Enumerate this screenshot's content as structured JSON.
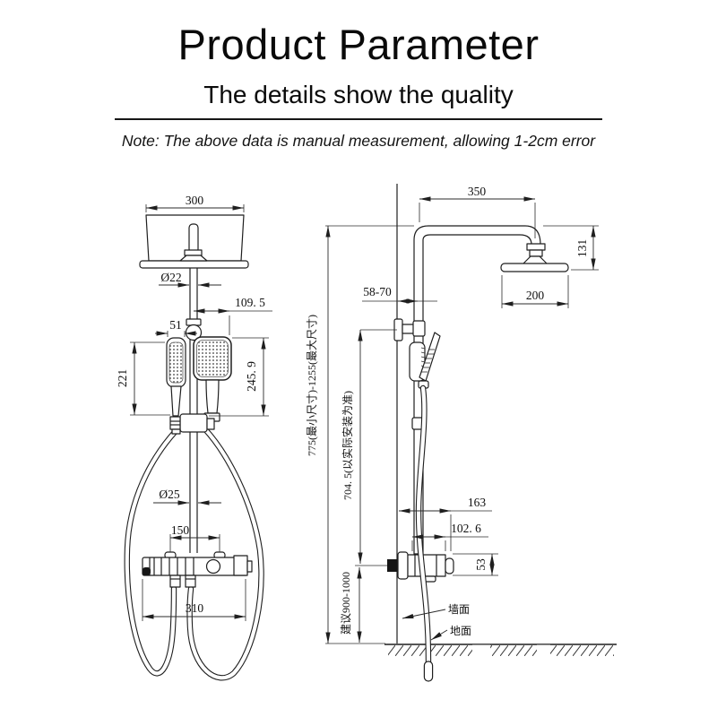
{
  "page": {
    "background": "#ffffff",
    "ink": "#1a1a1a"
  },
  "header": {
    "title": "Product Parameter",
    "subtitle": "The details show the quality",
    "note": "Note: The above data is manual measurement, allowing 1-2cm error"
  },
  "drawing": {
    "front_view": {
      "dim_head_width": "300",
      "dim_pipe_diameter": "Ø22",
      "dim_hand_offset": "109. 5",
      "dim_hand_width": "51",
      "dim_hand_length": "221",
      "dim_hand_total": "245. 9",
      "dim_hose_diameter": "Ø25",
      "dim_inlet_spacing": "150",
      "dim_valve_width": "310"
    },
    "side_view": {
      "dim_arm_length": "350",
      "dim_head_drop": "131",
      "dim_head_size": "200",
      "dim_wall_offset": "58-70",
      "dim_total_height": "775(最小尺寸)-1255(最大尺寸)",
      "dim_pole_height": "704. 5(以实际安装为准)",
      "dim_valve_length": "163",
      "dim_valve_body": "102. 6",
      "dim_valve_height": "53",
      "dim_install_height": "建议900-1000",
      "label_wall": "墙面",
      "label_floor": "地面"
    }
  }
}
